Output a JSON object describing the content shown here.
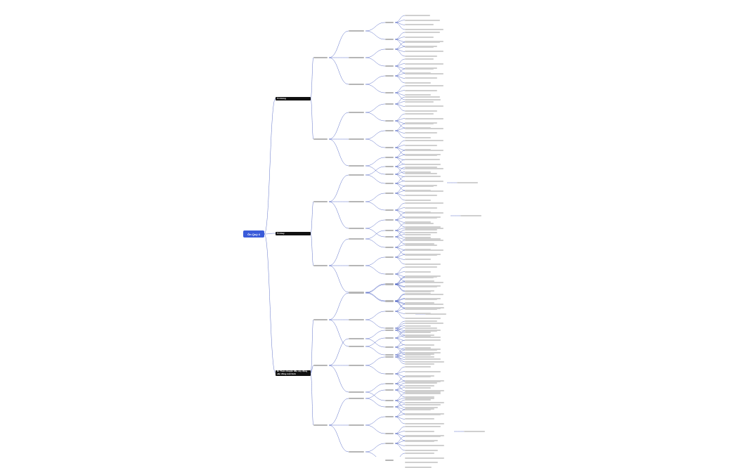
{
  "root": {
    "title": "Ôn Quý 4"
  },
  "branches": [
    {
      "label": "Tri thông"
    },
    {
      "label": "Tri thay"
    },
    {
      "label": "III. Thực chuyện đều cấy động cần đồng một hình"
    }
  ],
  "colors": {
    "root": "#3a5bd9",
    "branch": "#111111",
    "edge": "#4a5fc1",
    "leaf": "#b5b5b5"
  }
}
